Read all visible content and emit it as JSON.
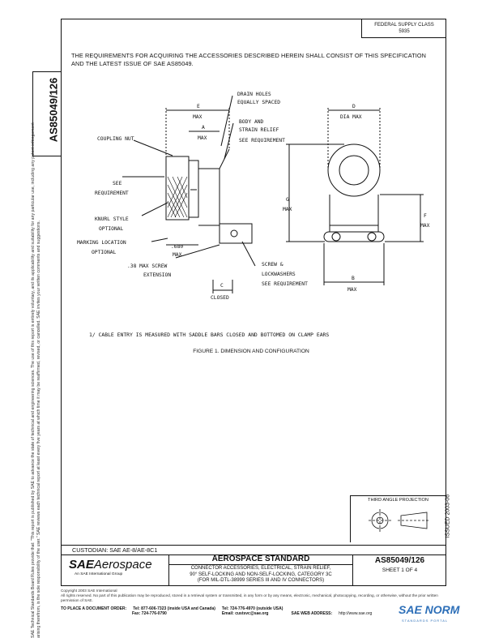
{
  "header": {
    "federal_supply_class": "FEDERAL SUPPLY CLASS",
    "fsc_code": "5935",
    "doc_id_vertical": "AS85049/126"
  },
  "legal_side_text": "SAE Technical Standards Board Rules provide that: \"This report is published by SAE to advance the state of technical and engineering sciences. The use of this report is entirely voluntary, and its applicability and suitability for any particular use, including any patent infringement arising therefrom, is the sole responsibility of the user.\" SAE reviews each technical report at least every five years at which time it may be reaffirmed, revised, or cancelled. SAE invites your written comments and suggestions.",
  "requirements": "THE REQUIREMENTS FOR ACQUIRING THE ACCESSORIES DESCRIBED HEREIN SHALL CONSIST OF THIS SPECIFICATION AND THE LATEST ISSUE OF SAE AS85049.",
  "drawing": {
    "labels": {
      "drain_holes": "DRAIN HOLES",
      "equally_spaced": "EQUALLY SPACED",
      "e_max_1": "E",
      "e_max_2": "MAX",
      "a_max_1": "A",
      "a_max_2": "MAX",
      "d_dia_1": "D",
      "d_dia_2": "DIA MAX",
      "body_1": "BODY AND",
      "body_2": "STRAIN RELIEF",
      "body_3": "SEE REQUIREMENT",
      "coupling_nut": "COUPLING NUT",
      "see_1": "SEE",
      "see_2": "REQUIREMENT",
      "knurl_1": "KNURL STYLE",
      "knurl_2": "OPTIONAL",
      "marking_1": "MARKING LOCATION",
      "marking_2": "OPTIONAL",
      "dim_680": ".680",
      "dim_680_max": "MAX",
      "screw_1": ".38 MAX SCREW",
      "screw_2": "EXTENSION",
      "screws_1": "SCREW &",
      "screws_2": "LOCKWASHERS",
      "screws_3": "SEE REQUIREMENT",
      "c_label": "C",
      "closed": "CLOSED",
      "g_label": "G",
      "g_max": "MAX",
      "f_label": "F",
      "f_max": "MAX",
      "b_label": "B",
      "b_max": "MAX"
    }
  },
  "note": "1/ CABLE ENTRY IS MEASURED WITH SADDLE BARS CLOSED AND BOTTOMED ON CLAMP EARS",
  "figure_caption": "FIGURE 1. DIMENSION AND CONFIGURATION",
  "issued": "ISSUED 2003-06",
  "projection_label": "THIRD ANGLE PROJECTION",
  "custodian": "CUSTODIAN: SAE AE-8/AE-8C1",
  "title_block": {
    "logo_main": "SAE",
    "logo_rest": "Aerospace",
    "logo_sub": "An SAE International Group",
    "standard": "AEROSPACE STANDARD",
    "title_lines": [
      "CONNECTOR ACCESSORIES, ELECTRICAL, STRAIN RELIEF,",
      "90° SELF-LOCKING AND NON-SELF-LOCKING, CATEGORY 3C",
      "(FOR MIL-DTL-38999 SERIES III AND IV CONNECTORS)"
    ],
    "doc_number": "AS85049/126",
    "sheet": "SHEET 1 OF 4"
  },
  "footer": {
    "copyright": "Copyright 2003 SAE International",
    "rights": "All rights reserved. No part of this publication may be reproduced, stored in a retrieval system or transmitted, in any form or by any means, electronic, mechanical, photocopying, recording, or otherwise, without the prior written permission of SAE.",
    "order_label": "TO PLACE A DOCUMENT ORDER:",
    "tel1": "Tel: 877-606-7323 (inside USA and Canada)",
    "tel2": "Tel: 724-776-4970 (outside USA)",
    "fax": "Fax: 724-776-0790",
    "email": "Email: custsvc@sae.org",
    "web_label": "SAE WEB ADDRESS:",
    "web": "http://www.sae.org"
  },
  "watermark": {
    "text": "SAE NORM",
    "sub": "STANDARDS PORTAL"
  }
}
